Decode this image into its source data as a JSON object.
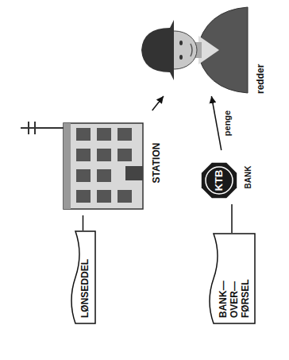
{
  "diagram": {
    "nodes": [
      {
        "text": [
          "LØNSEDDEL"
        ]
      },
      {
        "text": [
          "STATION"
        ]
      },
      {
        "text": [
          "redder"
        ]
      },
      {
        "text": [
          "BANK— OVER— FØRSEL"
        ]
      },
      {
        "text": [
          "BANK"
        ]
      }
    ],
    "edges": [
      {
        "from": 0,
        "to": 1,
        "arrow": "none"
      },
      {
        "from": 1,
        "to": 2,
        "arrow": "to"
      },
      {
        "from": 3,
        "to": 4,
        "arrow": "none"
      },
      {
        "from": 4,
        "to": 2,
        "arrow": "to",
        "label": "penge"
      }
    ],
    "labels": [
      "KTB"
    ]
  }
}
